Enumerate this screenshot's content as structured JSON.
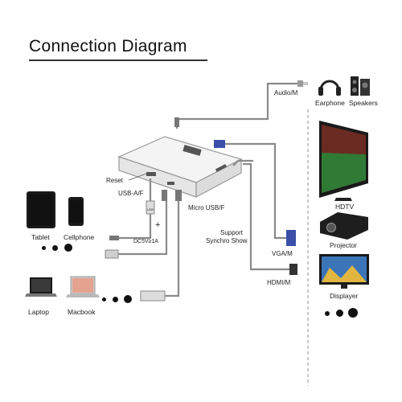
{
  "title": "Connection Diagram",
  "ports": {
    "audio": "Audio/M",
    "reset": "Reset",
    "usb_af": "USB-A/F",
    "micro_usb": "Micro USB/F",
    "vga": "VGA/M",
    "hdmi": "HDMI/M",
    "support_line1": "Support",
    "support_line2": "Synchro Show",
    "usb_plug": "USB",
    "dc_cable": "DC5V≥1A",
    "plus": "+"
  },
  "devices": {
    "earphone": "Earphone",
    "speakers": "Speakers",
    "hdtv": "HDTV",
    "projector": "Projector",
    "displayer": "Displayer",
    "tablet": "Tablet",
    "cellphone": "Cellphone",
    "laptop": "Laptop",
    "macbook": "Macbook"
  },
  "colors": {
    "cable": "#8a8a8a",
    "vga_blue": "#3a4fa8",
    "dashed_divider": "#b5b5b5",
    "screen_dark": "#1a1a1a"
  }
}
